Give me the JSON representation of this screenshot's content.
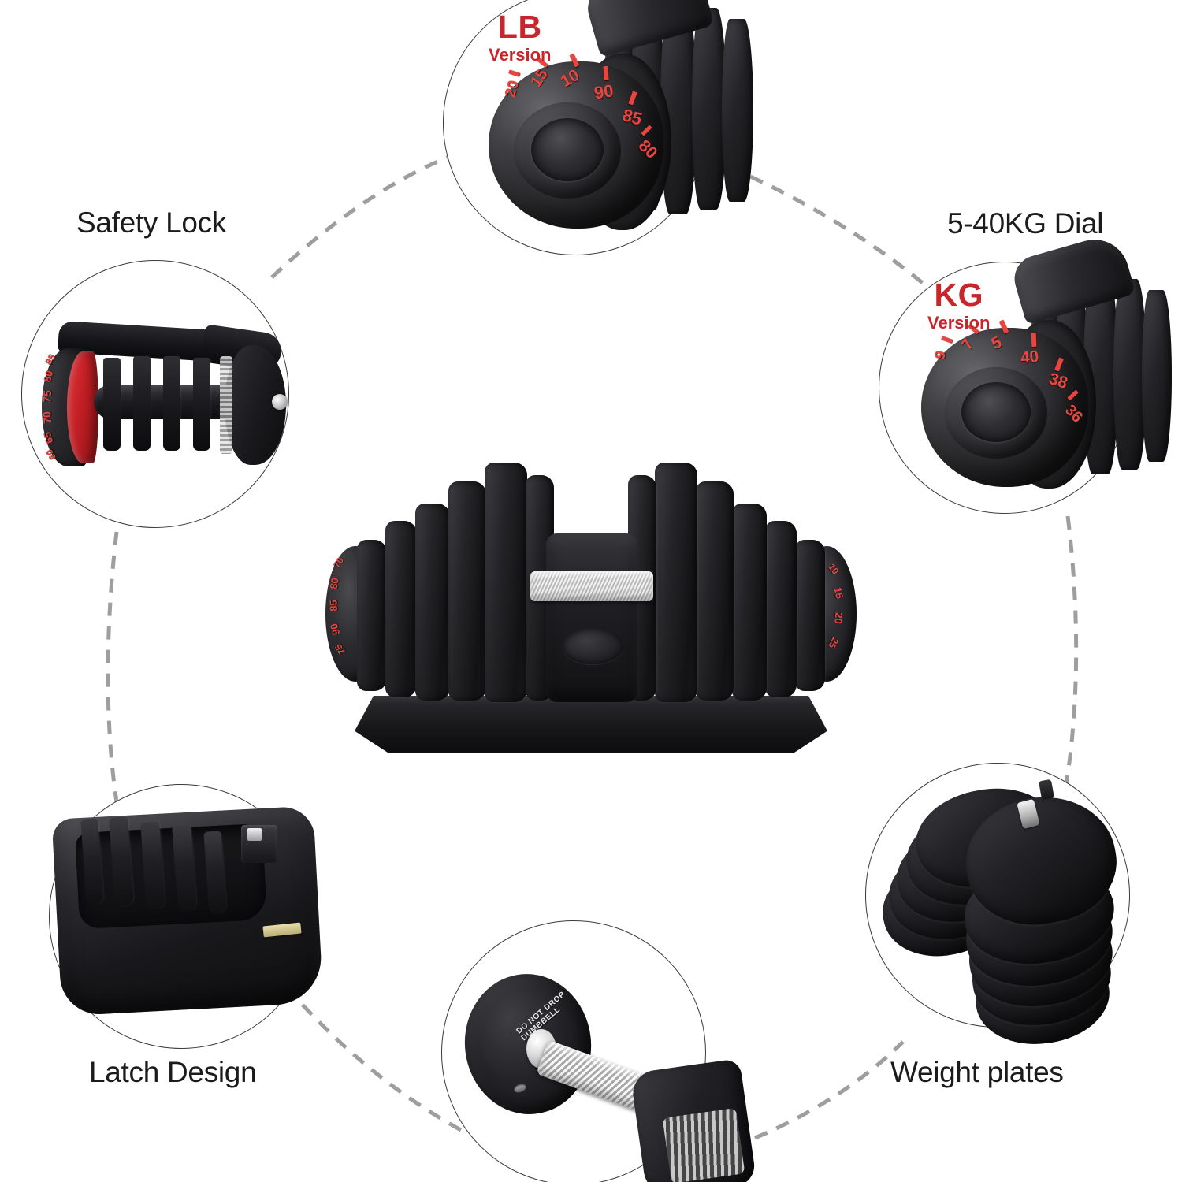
{
  "page": {
    "background": "#ffffff",
    "accent_red": "#c8262b",
    "dial_red": "#e8453f",
    "line_gray": "#9a9a9a",
    "frame_dark": "#3a3a3a"
  },
  "features": [
    {
      "id": "lb-version",
      "name": "lb-version",
      "caption": "",
      "badge_main": "LB",
      "badge_sub": "Version",
      "dial_numbers": [
        "20",
        "15",
        "10",
        "90",
        "85",
        "80"
      ]
    },
    {
      "id": "kg-dial",
      "name": "5-40kg-dial",
      "caption": "5-40KG Dial",
      "badge_main": "KG",
      "badge_sub": "Version",
      "dial_numbers": [
        "9",
        "7",
        "5",
        "40",
        "38",
        "36"
      ]
    },
    {
      "id": "safety-lock",
      "name": "safety-lock",
      "caption": "Safety Lock",
      "badge_main": "",
      "badge_sub": "",
      "dial_numbers": [
        "85",
        "80",
        "75",
        "70",
        "65",
        "60"
      ]
    },
    {
      "id": "latch-design",
      "name": "latch-design",
      "caption": "Latch Design",
      "badge_main": "",
      "badge_sub": "",
      "dial_numbers": []
    },
    {
      "id": "weight-plates",
      "name": "weight-plates",
      "caption": "Weight plates",
      "badge_main": "",
      "badge_sub": "",
      "dial_numbers": []
    },
    {
      "id": "handle-grip",
      "name": "handle-grip",
      "caption": "",
      "badge_main": "",
      "badge_sub": "",
      "dial_numbers": []
    }
  ],
  "product": {
    "name": "adjustable-dumbbell",
    "left_dial_numbers": [
      "70",
      "80",
      "85",
      "90",
      "75"
    ],
    "right_dial_numbers": [
      "10",
      "15",
      "20",
      "25"
    ]
  },
  "handle_warning": {
    "line1": "DO NOT DROP",
    "line2": "DUMBBELL"
  }
}
